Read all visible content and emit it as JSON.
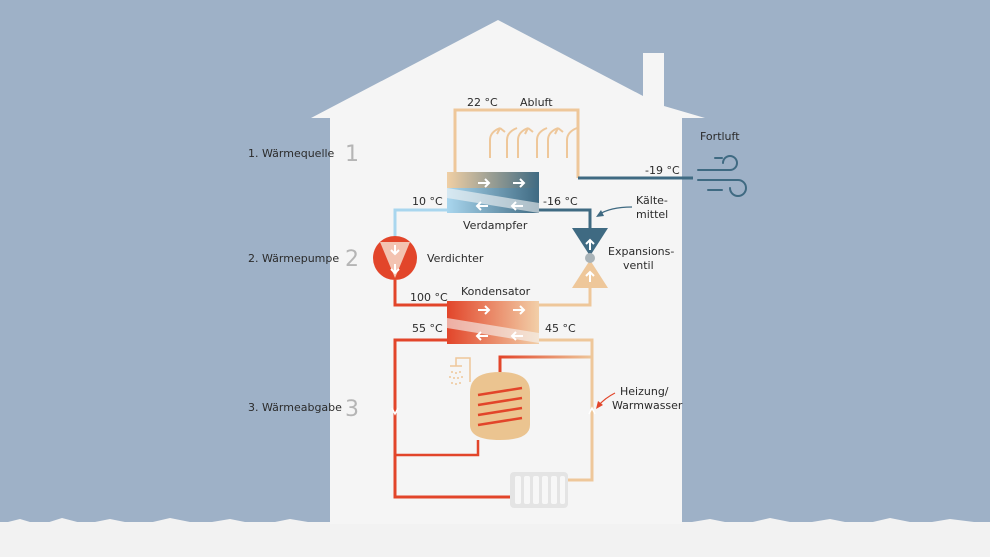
{
  "stages": [
    {
      "label": "1. Wärmequelle",
      "number": "1"
    },
    {
      "label": "2. Wärmepumpe",
      "number": "2"
    },
    {
      "label": "3. Wärmeabgabe",
      "number": "3"
    }
  ],
  "labels": {
    "t_22": "22 °C",
    "abluft": "Abluft",
    "fortluft": "Fortluft",
    "t_m19": "-19 °C",
    "t_10": "10 °C",
    "t_m16": "-16 °C",
    "kaeltemittel_1": "Kälte-",
    "kaeltemittel_2": "mittel",
    "verdampfer": "Verdampfer",
    "verdichter": "Verdichter",
    "expansion_1": "Expansions-",
    "expansion_2": "ventil",
    "t_100": "100 °C",
    "kondensator": "Kondensator",
    "t_55": "55 °C",
    "t_45": "45 °C",
    "heizung_1": "Heizung/",
    "heizung_2": "Warmwasser"
  },
  "colors": {
    "background": "#9eb1c7",
    "house": "#f5f5f5",
    "hot_red": "#e2452a",
    "warm_beige": "#eec79a",
    "cold_blue": "#a9d6ee",
    "dark_blue": "#3f6a82",
    "tank": "#ebc490"
  }
}
